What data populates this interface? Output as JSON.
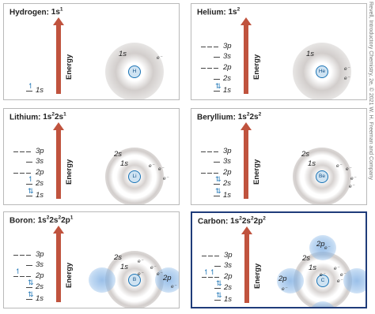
{
  "credit": "Revell, Introductory Chemistry, 2e, © 2021 W. H. Freeman and Company",
  "energy_label": "Energy",
  "electron_symbol": "e⁻",
  "panels": [
    {
      "name": "hydrogen",
      "element": "Hydrogen:",
      "config_html": "1s<sup>1</sup>",
      "symbol": "H"
    },
    {
      "name": "helium",
      "element": "Helium:",
      "config_html": "1s<sup>2</sup>",
      "symbol": "He"
    },
    {
      "name": "lithium",
      "element": "Lithium:",
      "config_html": "1s<sup>2</sup>2s<sup>1</sup>",
      "symbol": "Li"
    },
    {
      "name": "beryllium",
      "element": "Beryllium:",
      "config_html": "1s<sup>2</sup>2s<sup>2</sup>",
      "symbol": "Be"
    },
    {
      "name": "boron",
      "element": "Boron:",
      "config_html": "1s<sup>2</sup>2s<sup>2</sup>2p<sup>1</sup>",
      "symbol": "B"
    },
    {
      "name": "carbon",
      "element": "Carbon:",
      "config_html": "1s<sup>2</sup>2s<sup>2</sup>2p<sup>2</sup>",
      "symbol": "C"
    }
  ],
  "level_labels": {
    "l3p": "3p",
    "l3s": "3s",
    "l2p": "2p",
    "l2s": "2s",
    "l1s": "1s"
  },
  "orbital_labels": {
    "s1": "1s",
    "s2": "2s",
    "p2": "2p"
  },
  "arrows": {
    "up": "↿",
    "pair": "⇅"
  },
  "accent": "#1a73b5",
  "energy_color": "#c0533e",
  "selected_border": "#1f3c7a"
}
